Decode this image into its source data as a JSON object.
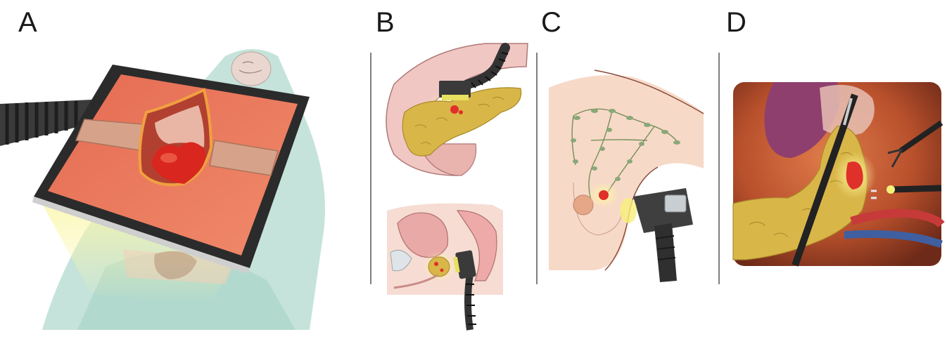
{
  "panels": {
    "a": {
      "label": "A"
    },
    "b": {
      "label": "B"
    },
    "c": {
      "label": "C"
    },
    "d": {
      "label": "D"
    }
  },
  "colors": {
    "tissue_pink": "#f2b9a8",
    "tumor_red": "#e0302a",
    "glow_yellow": "#f7ef7a",
    "pancreas_yellow": "#d9b648",
    "drape_teal": "#b9ddd3",
    "probe_gray": "#4a4a4a"
  }
}
